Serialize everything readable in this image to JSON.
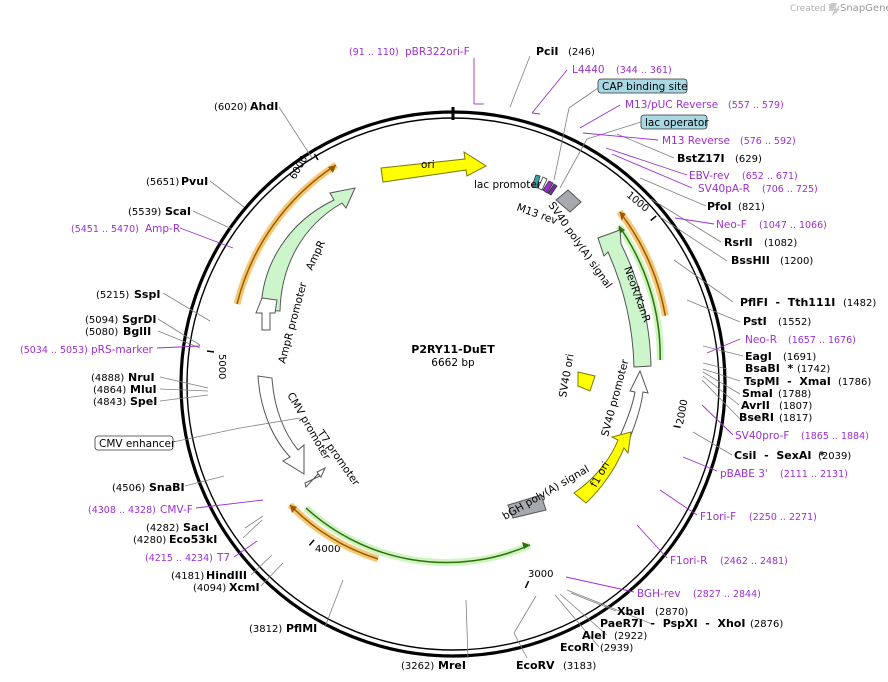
{
  "credit": {
    "prefix": "Created by",
    "brand": "SnapGene"
  },
  "plasmid": {
    "name": "P2RY11-DuET",
    "size_label": "6662 bp"
  },
  "ticks": [
    "1000",
    "2000",
    "3000",
    "4000",
    "5000",
    "6000"
  ],
  "features": [
    {
      "label": "ori"
    },
    {
      "label": "lac promoter"
    },
    {
      "label": "M13 rev"
    },
    {
      "label": "SV40 poly(A) signal"
    },
    {
      "label": "NeoR/KanR"
    },
    {
      "label": "SV40 ori"
    },
    {
      "label": "SV40 promoter"
    },
    {
      "label": "f1 ori"
    },
    {
      "label": "bGH poly(A) signal"
    },
    {
      "label": "T7 promoter"
    },
    {
      "label": "CMV promoter"
    },
    {
      "label": "AmpR promoter"
    },
    {
      "label": "AmpR"
    }
  ],
  "boxed_labels": [
    "CAP binding site",
    "lac operator",
    "CMV enhancer"
  ],
  "site_labels": [
    {
      "name": "PciI",
      "pos": "(246)"
    },
    {
      "name": "BstZ17I",
      "pos": "(629)"
    },
    {
      "name": "PfoI",
      "pos": "(821)"
    },
    {
      "name": "RsrII",
      "pos": "(1082)"
    },
    {
      "name": "BssHII",
      "pos": "(1200)"
    },
    {
      "name": "PflFI  -  Tth111I",
      "pos": "(1482)"
    },
    {
      "name": "PstI",
      "pos": "(1552)"
    },
    {
      "name": "EagI",
      "pos": "(1691)"
    },
    {
      "name": "BsaBI  *",
      "pos": "(1742)"
    },
    {
      "name": "TspMI  -  XmaI",
      "pos": "(1786)"
    },
    {
      "name": "SmaI",
      "pos": "(1788)"
    },
    {
      "name": "AvrII",
      "pos": "(1807)"
    },
    {
      "name": "BseRI",
      "pos": "(1817)"
    },
    {
      "name": "CsiI  -  SexAI  *",
      "pos": "(2039)"
    },
    {
      "name": "XbaI",
      "pos": "(2870)"
    },
    {
      "name": "PaeR7I  -  PspXI  -  XhoI",
      "pos": "(2876)"
    },
    {
      "name": "AleI",
      "pos": "(2922)"
    },
    {
      "name": "EcoRI",
      "pos": "(2939)"
    },
    {
      "name": "EcoRV",
      "pos": "(3183)"
    },
    {
      "name": "MreI",
      "pos": "(3262)"
    },
    {
      "name": "PflMI",
      "pos": "(3812)"
    },
    {
      "name": "XcmI",
      "pos": "(4094)"
    },
    {
      "name": "HindIII",
      "pos": "(4181)"
    },
    {
      "name": "Eco53kI",
      "pos": "(4280)"
    },
    {
      "name": "SacI",
      "pos": "(4282)"
    },
    {
      "name": "SnaBI",
      "pos": "(4506)"
    },
    {
      "name": "SpeI",
      "pos": "(4843)"
    },
    {
      "name": "MluI",
      "pos": "(4864)"
    },
    {
      "name": "NruI",
      "pos": "(4888)"
    },
    {
      "name": "BglII",
      "pos": "(5080)"
    },
    {
      "name": "SgrDI",
      "pos": "(5094)"
    },
    {
      "name": "SspI",
      "pos": "(5215)"
    },
    {
      "name": "ScaI",
      "pos": "(5539)"
    },
    {
      "name": "PvuI",
      "pos": "(5651)"
    },
    {
      "name": "AhdI",
      "pos": "(6020)"
    }
  ],
  "primer_labels": [
    {
      "name": "pBR322ori-F",
      "pos": "(91 .. 110)"
    },
    {
      "name": "L4440",
      "pos": "(344 .. 361)"
    },
    {
      "name": "M13/pUC Reverse",
      "pos": "(557 .. 579)"
    },
    {
      "name": "M13 Reverse",
      "pos": "(576 .. 592)"
    },
    {
      "name": "EBV-rev",
      "pos": "(652 .. 671)"
    },
    {
      "name": "SV40pA-R",
      "pos": "(706 .. 725)"
    },
    {
      "name": "Neo-F",
      "pos": "(1047 .. 1066)"
    },
    {
      "name": "Neo-R",
      "pos": "(1657 .. 1676)"
    },
    {
      "name": "SV40pro-F",
      "pos": "(1865 .. 1884)"
    },
    {
      "name": "pBABE 3'",
      "pos": "(2111 .. 2131)"
    },
    {
      "name": "F1ori-F",
      "pos": "(2250 .. 2271)"
    },
    {
      "name": "F1ori-R",
      "pos": "(2462 .. 2481)"
    },
    {
      "name": "BGH-rev",
      "pos": "(2827 .. 2844)"
    },
    {
      "name": "T7",
      "pos": "(4215 .. 4234)"
    },
    {
      "name": "CMV-F",
      "pos": "(4308 .. 4328)"
    },
    {
      "name": "pRS-marker",
      "pos": "(5034 .. 5053)"
    },
    {
      "name": "Amp-R",
      "pos": "(5451 .. 5470)"
    }
  ],
  "colors": {
    "ori": "#ffff00",
    "resistance": "#ccf5cc",
    "promoter": "#ffffff",
    "polyA": "#a6a9ad",
    "primer": "#9b30d0",
    "orf_highlight": "#f5c878",
    "orf_line": "#9a5b00",
    "orf_green": "#cdf5bd",
    "boxed_label_fill": "#a8d8e4"
  }
}
